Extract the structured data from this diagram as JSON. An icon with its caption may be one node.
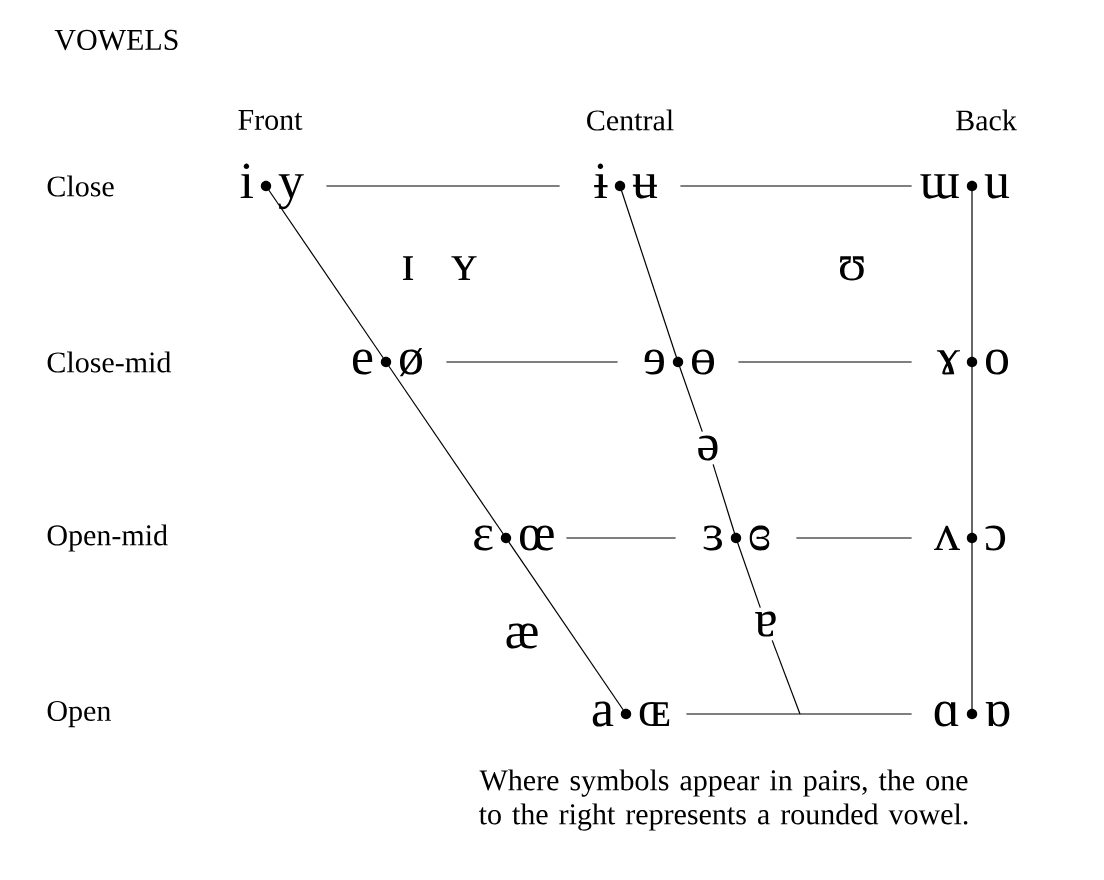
{
  "diagram": {
    "title": "VOWELS",
    "caption": "Where symbols appear in pairs, the one to the right represents a rounded vowel.",
    "nodes": [
      {
        "text": [
          "i",
          "y"
        ]
      },
      {
        "text": [
          "ɨ",
          "ʉ"
        ]
      },
      {
        "text": [
          "ɯ",
          "u"
        ]
      },
      {
        "text": [
          "e",
          "ø"
        ]
      },
      {
        "text": [
          "ɘ",
          "ɵ"
        ]
      },
      {
        "text": [
          "ɤ",
          "o"
        ]
      },
      {
        "text": [
          "ə"
        ]
      },
      {
        "text": [
          "ɛ",
          "œ"
        ]
      },
      {
        "text": [
          "ɜ",
          "ɞ"
        ]
      },
      {
        "text": [
          "ʌ",
          "ɔ"
        ]
      },
      {
        "text": [
          "ɐ"
        ]
      },
      {
        "text": [
          "a",
          "ɶ"
        ]
      },
      {
        "text": [
          "ɑ",
          "ɒ"
        ]
      }
    ],
    "edges": [
      {
        "from": 0,
        "to": 1,
        "arrow": "none"
      },
      {
        "from": 1,
        "to": 2,
        "arrow": "none"
      },
      {
        "from": 3,
        "to": 4,
        "arrow": "none"
      },
      {
        "from": 4,
        "to": 5,
        "arrow": "none"
      },
      {
        "from": 7,
        "to": 8,
        "arrow": "none"
      },
      {
        "from": 8,
        "to": 9,
        "arrow": "none"
      },
      {
        "from": 11,
        "to": 12,
        "arrow": "none"
      },
      {
        "from": 0,
        "to": 3,
        "arrow": "none"
      },
      {
        "from": 3,
        "to": 7,
        "arrow": "none"
      },
      {
        "from": 7,
        "to": 11,
        "arrow": "none"
      },
      {
        "from": 1,
        "to": 4,
        "arrow": "none"
      },
      {
        "from": 4,
        "to": 6,
        "arrow": "none"
      },
      {
        "from": 6,
        "to": 8,
        "arrow": "none"
      },
      {
        "from": 8,
        "to": 10,
        "arrow": "none"
      },
      {
        "from": 10,
        "to": null,
        "arrow": "none"
      },
      {
        "from": 2,
        "to": 5,
        "arrow": "none"
      },
      {
        "from": 5,
        "to": 9,
        "arrow": "none"
      },
      {
        "from": 9,
        "to": 12,
        "arrow": "none"
      }
    ],
    "labels": [
      "Front",
      "Central",
      "Back",
      "Close",
      "ɪ",
      "ʏ",
      "ʊ",
      "Close-mid",
      "Open-mid",
      "æ",
      "Open"
    ]
  }
}
